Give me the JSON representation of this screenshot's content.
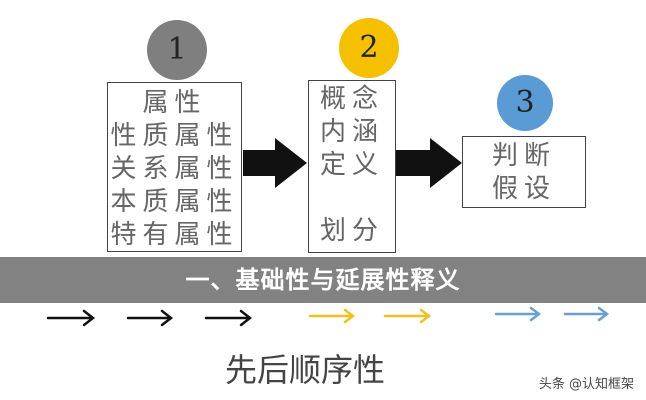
{
  "steps": [
    {
      "number": "1",
      "color": "#7f7f7f",
      "lines": [
        "属性",
        "性质属性",
        "关系属性",
        "本质属性",
        "特有属性"
      ]
    },
    {
      "number": "2",
      "color": "#f5c000",
      "lines": [
        "概念",
        "内涵",
        "定义",
        "",
        "划分"
      ]
    },
    {
      "number": "3",
      "color": "#5b9bd5",
      "lines": [
        "判断",
        "假设"
      ]
    }
  ],
  "arrow_colors": {
    "black": "#111111",
    "yellow": "#f0c020",
    "blue": "#6a9fd4"
  },
  "banner_title": "一、基础性与延展性释义",
  "bottom_label": "先后顺序性",
  "watermark": "头条 @认知框架"
}
